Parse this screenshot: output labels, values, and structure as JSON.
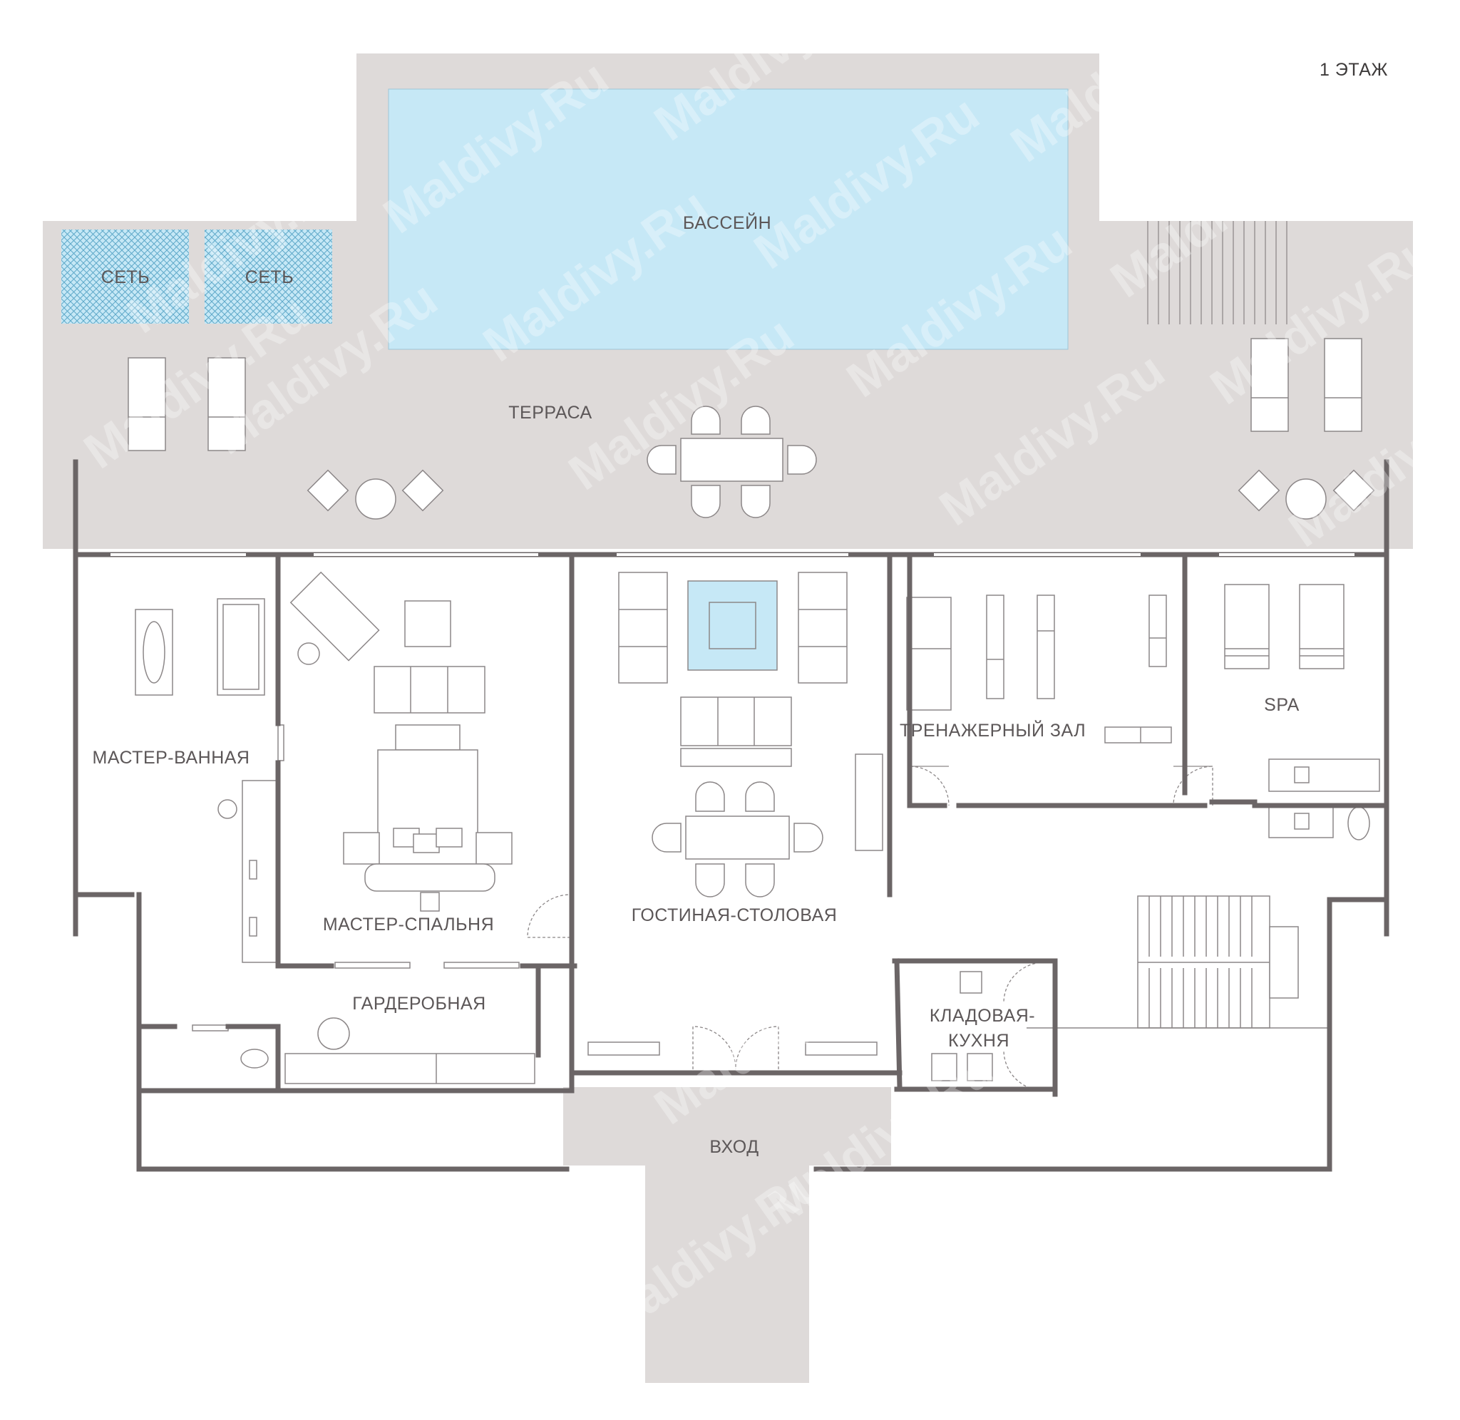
{
  "floor_label": "1 ЭТАЖ",
  "watermark": "Maldivy.Ru",
  "rooms": {
    "pool": "БАССЕЙН",
    "net_left": "СЕТЬ",
    "net_right": "СЕТЬ",
    "terrace": "ТЕРРАСА",
    "master_bath": "МАСТЕР-ВАННАЯ",
    "master_bedroom": "МАСТЕР-СПАЛЬНЯ",
    "living_dining": "ГОСТИНАЯ-СТОЛОВАЯ",
    "gym": "ТРЕНАЖЕРНЫЙ ЗАЛ",
    "spa": "SPA",
    "wardrobe": "ГАРДЕРОБНАЯ",
    "pantry_line1": "КЛАДОВАЯ-",
    "pantry_line2": "КУХНЯ",
    "entrance": "ВХОД"
  },
  "colors": {
    "terrace": "#dedad9",
    "pool": "#c6e8f6",
    "wall": "#6b6566",
    "text": "#5c5758"
  }
}
